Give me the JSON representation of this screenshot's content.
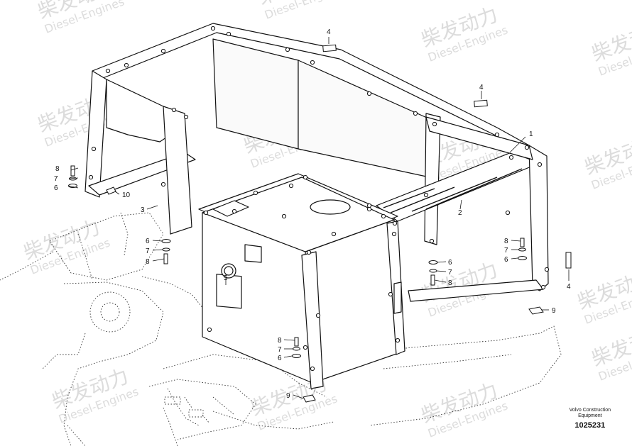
{
  "watermark": {
    "brand_cn": "柴发动力",
    "brand_en": "Diesel-Engines"
  },
  "callouts": [
    {
      "id": "c1",
      "label": "1"
    },
    {
      "id": "c2",
      "label": "2"
    },
    {
      "id": "c3",
      "label": "3"
    },
    {
      "id": "c4a",
      "label": "4"
    },
    {
      "id": "c4b",
      "label": "4"
    },
    {
      "id": "c4c",
      "label": "4"
    },
    {
      "id": "c5",
      "label": "5"
    },
    {
      "id": "c6a",
      "label": "6"
    },
    {
      "id": "c6b",
      "label": "6"
    },
    {
      "id": "c6c",
      "label": "6"
    },
    {
      "id": "c6d",
      "label": "6"
    },
    {
      "id": "c6e",
      "label": "6"
    },
    {
      "id": "c7a",
      "label": "7"
    },
    {
      "id": "c7b",
      "label": "7"
    },
    {
      "id": "c7c",
      "label": "7"
    },
    {
      "id": "c7d",
      "label": "7"
    },
    {
      "id": "c7e",
      "label": "7"
    },
    {
      "id": "c8a",
      "label": "8"
    },
    {
      "id": "c8b",
      "label": "8"
    },
    {
      "id": "c8c",
      "label": "8"
    },
    {
      "id": "c8d",
      "label": "8"
    },
    {
      "id": "c8e",
      "label": "8"
    },
    {
      "id": "c9a",
      "label": "9"
    },
    {
      "id": "c9b",
      "label": "9"
    },
    {
      "id": "c10",
      "label": "10"
    }
  ],
  "caption": {
    "company": "Volvo Construction",
    "dept": "Equipment",
    "drawing_number": "1025231"
  }
}
